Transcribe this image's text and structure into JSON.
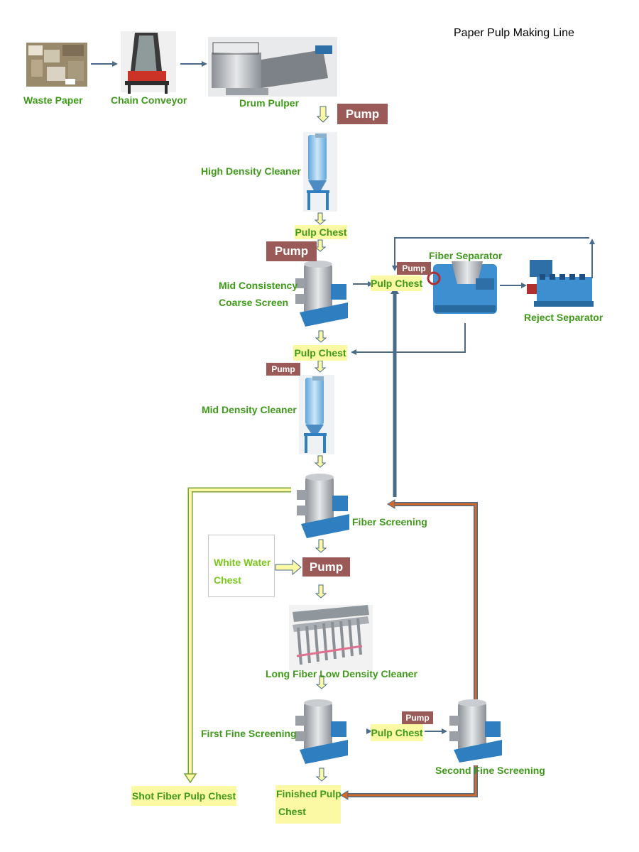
{
  "title": "Paper Pulp Making Line",
  "equipment": {
    "waste_paper": "Waste Paper",
    "chain_conveyor": "Chain Conveyor",
    "drum_pulper": "Drum Pulper",
    "high_density_cleaner": "High Density Cleaner",
    "mid_consistency_coarse_screen": [
      "Mid Consistency",
      "Coarse Screen"
    ],
    "fiber_separator": "Fiber Separator",
    "reject_separator": "Reject Separator",
    "mid_density_cleaner": "Mid Density Cleaner",
    "fiber_screening": "Fiber Screening",
    "white_water_chest": [
      "White Water",
      "Chest"
    ],
    "long_fiber_low_density_cleaner": "Long Fiber Low Density Cleaner",
    "first_fine_screening": "First Fine Screening",
    "second_fine_screening": "Second Fine Screening"
  },
  "pumps": {
    "pump_1": "Pump",
    "pump_2": "Pump",
    "pump_3": "Pump",
    "pump_4": "Pump",
    "pump_5": "Pump",
    "pump_6": "Pump"
  },
  "chests": {
    "pulp_chest_1": "Pulp Chest",
    "pulp_chest_2": "Pulp Chest",
    "pulp_chest_3": "Pulp Chest",
    "pulp_chest_4": "Pulp Chest",
    "shot_fiber_pulp_chest": "Shot Fiber Pulp Chest",
    "finished_pulp_chest": [
      "Finished Pulp",
      "Chest"
    ]
  },
  "colors": {
    "label_green": "#3f9a1a",
    "white_water_green": "#7cc71e",
    "pump_brown": "#9a5a57",
    "chest_yellow": "#fbf9a3",
    "arrow_blue": "#4a6a8a",
    "orange_line": "#d46a2a",
    "machine_blue": "#2f7fc0"
  }
}
